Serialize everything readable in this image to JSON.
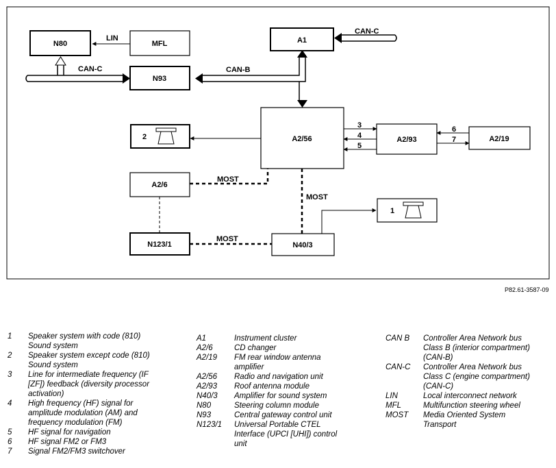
{
  "diagram": {
    "blocks": {
      "n80": "N80",
      "mfl": "MFL",
      "n93": "N93",
      "a1": "A1",
      "a2_56": "A2/56",
      "a2_93": "A2/93",
      "a2_19": "A2/19",
      "a2_6": "A2/6",
      "n123_1": "N123/1",
      "n40_3": "N40/3",
      "speaker2": "2",
      "speaker1": "1"
    },
    "lines": {
      "lin": "LIN",
      "can_c_a1": "CAN-C",
      "can_c_n93": "CAN-C",
      "can_b": "CAN-B",
      "most_a26": "MOST",
      "most_vertical": "MOST",
      "most_n123": "MOST",
      "sig3": "3",
      "sig4": "4",
      "sig5": "5",
      "sig6": "6",
      "sig7": "7"
    }
  },
  "reference": "P82.61-3587-09",
  "legend_numbers": [
    {
      "key": "1",
      "text": "Speaker system with code (810)\nSound system"
    },
    {
      "key": "2",
      "text": "Speaker system except code (810)\nSound system"
    },
    {
      "key": "3",
      "text": "Line for intermediate frequency (IF\n[ZF]) feedback (diversity processor\nactivation)"
    },
    {
      "key": "4",
      "text": "High frequency (HF) signal for\namplitude modulation (AM) and\nfrequency modulation (FM)"
    },
    {
      "key": "5",
      "text": "HF signal for navigation"
    },
    {
      "key": "6",
      "text": "HF signal FM2 or FM3"
    },
    {
      "key": "7",
      "text": "Signal FM2/FM3 switchover"
    }
  ],
  "legend_components": [
    {
      "key": "A1",
      "text": "Instrument cluster"
    },
    {
      "key": "A2/6",
      "text": "CD changer"
    },
    {
      "key": "A2/19",
      "text": "FM rear window antenna\namplifier"
    },
    {
      "key": "A2/56",
      "text": "Radio and navigation unit"
    },
    {
      "key": "A2/93",
      "text": "Roof antenna module"
    },
    {
      "key": "N40/3",
      "text": "Amplifier for sound system"
    },
    {
      "key": "N80",
      "text": "Steering column module"
    },
    {
      "key": "N93",
      "text": "Central gateway control unit"
    },
    {
      "key": "N123/1",
      "text": "Universal Portable CTEL\nInterface (UPCI [UHI]) control\nunit"
    }
  ],
  "legend_buses": [
    {
      "key": "CAN B",
      "text": "Controller Area Network bus\nClass B (interior compartment)\n(CAN-B)"
    },
    {
      "key": "CAN-C",
      "text": "Controller Area Network bus\nClass C (engine compartment)\n(CAN-C)"
    },
    {
      "key": "LIN",
      "text": "Local interconnect network"
    },
    {
      "key": "MFL",
      "text": "Multifunction steering wheel"
    },
    {
      "key": "MOST",
      "text": "Media Oriented System\nTransport"
    }
  ]
}
